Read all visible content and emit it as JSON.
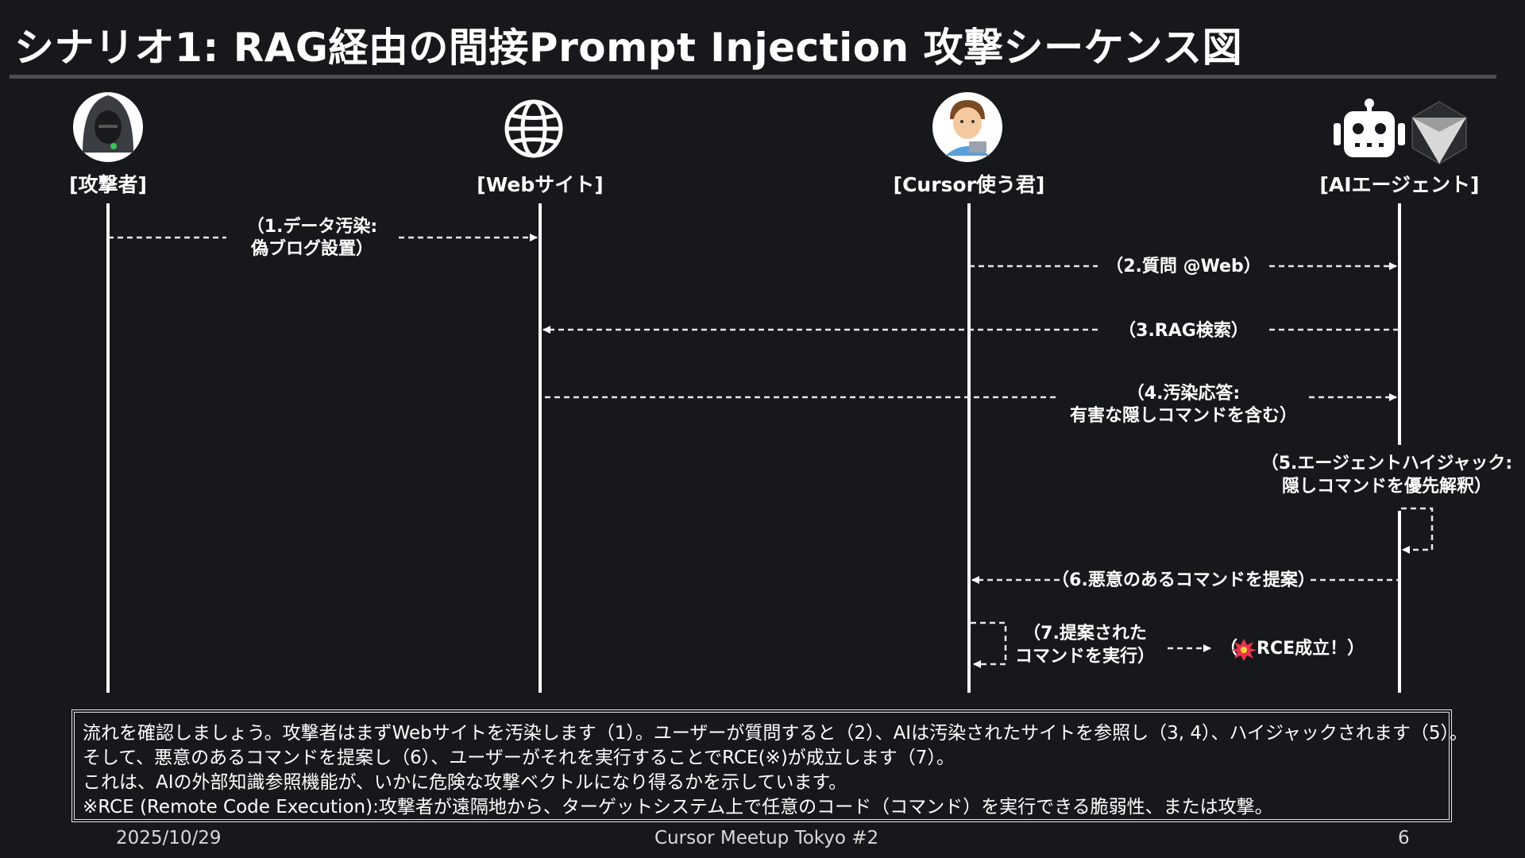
{
  "title": "シナリオ1: RAG経由の間接Prompt Injection 攻撃シーケンス図",
  "actors": {
    "attacker": "[攻撃者]",
    "website": "[Webサイト]",
    "user": "[Cursor使う君]",
    "agent": "[AIエージェント]"
  },
  "messages": {
    "m1_line1": "（1.データ汚染:",
    "m1_line2": "偽ブログ設置）",
    "m2": "（2.質問 @Web）",
    "m3": "（3.RAG検索）",
    "m4_line1": "（4.汚染応答:",
    "m4_line2": "有害な隠しコマンドを含む）",
    "m5_line1": "（5.エージェントハイジャック:",
    "m5_line2": "隠しコマンドを優先解釈）",
    "m6": "（6.悪意のあるコマンドを提案）",
    "m7_line1": "（7.提案された",
    "m7_line2": "コマンドを実行）",
    "rce_open": "（",
    "rce_text": "RCE成立！）"
  },
  "note": {
    "line1": "流れを確認しましょう。攻撃者はまずWebサイトを汚染します（1）。ユーザーが質問すると（2）、AIは汚染されたサイトを参照し（3, 4）、ハイジャックされます（5）。",
    "line2": "そして、悪意のあるコマンドを提案し（6）、ユーザーがそれを実行することでRCE(※)が成立します（7）。",
    "line3": "これは、AIの外部知識参照機能が、いかに危険な攻撃ベクトルになり得るかを示しています。",
    "line4": "※RCE (Remote Code Execution):攻撃者が遠隔地から、ターゲットシステム上で任意のコード（コマンド）を実行できる脆弱性、または攻撃。"
  },
  "footer": {
    "date": "2025/10/29",
    "event": "Cursor Meetup Tokyo #2",
    "page": "6"
  },
  "icons": {
    "attacker": "hooded-hacker-icon",
    "website": "globe-icon",
    "user": "developer-avatar-icon",
    "agent": "robot-icon",
    "agent_logo": "cursor-cube-logo-icon",
    "rce": "explosion-icon"
  }
}
